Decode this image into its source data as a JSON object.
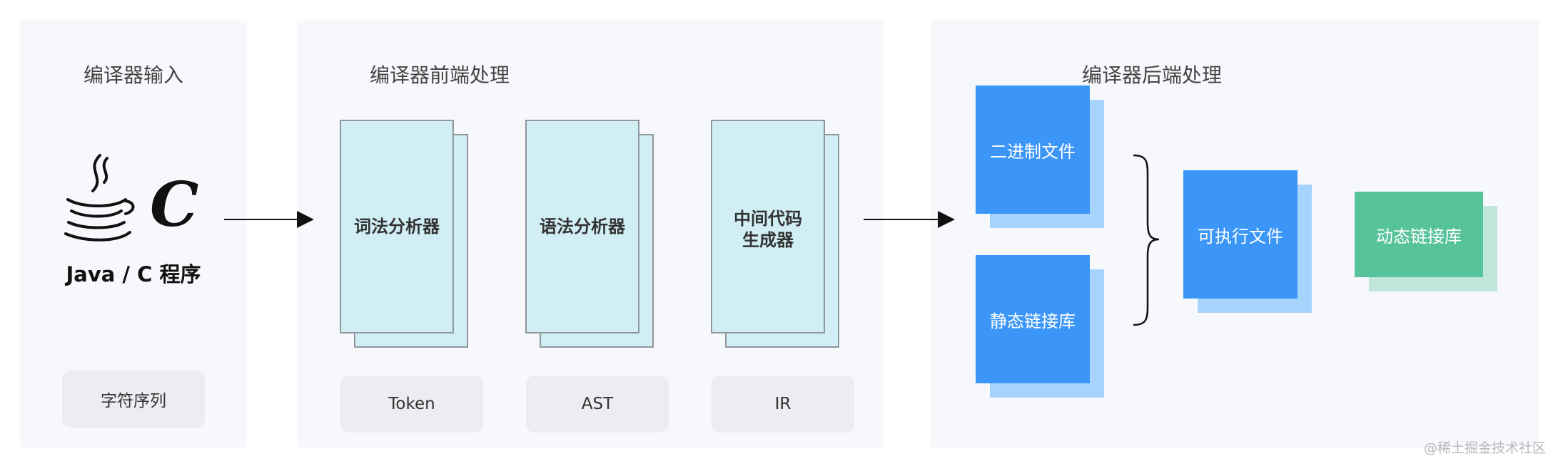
{
  "panels": {
    "input": {
      "title": "编译器输入",
      "lang_label": "Java / C 程序",
      "c_logo": "C",
      "tag": "字符序列"
    },
    "frontend": {
      "title": "编译器前端处理",
      "stages": [
        {
          "label": "词法分析器",
          "tag": "Token"
        },
        {
          "label": "语法分析器",
          "tag": "AST"
        },
        {
          "label_line1": "中间代码",
          "label_line2": "生成器",
          "tag": "IR"
        }
      ]
    },
    "backend": {
      "title": "编译器后端处理",
      "binary_file": "二进制文件",
      "static_lib": "静态链接库",
      "executable": "可执行文件",
      "dynamic_lib": "动态链接库"
    }
  },
  "watermark": "@稀土掘金技术社区",
  "icons": [
    "java-logo-icon",
    "c-logo-icon",
    "arrow-right-icon",
    "curly-brace-icon"
  ],
  "colors": {
    "panel_bg": "#f7f8fc",
    "stage_fill": "#d0eef4",
    "blue": "#3b96f7",
    "blue_shadow": "#a6d3fb",
    "green": "#56c39b",
    "green_shadow": "#bfe6da",
    "tag_bg": "#ebedf1"
  }
}
